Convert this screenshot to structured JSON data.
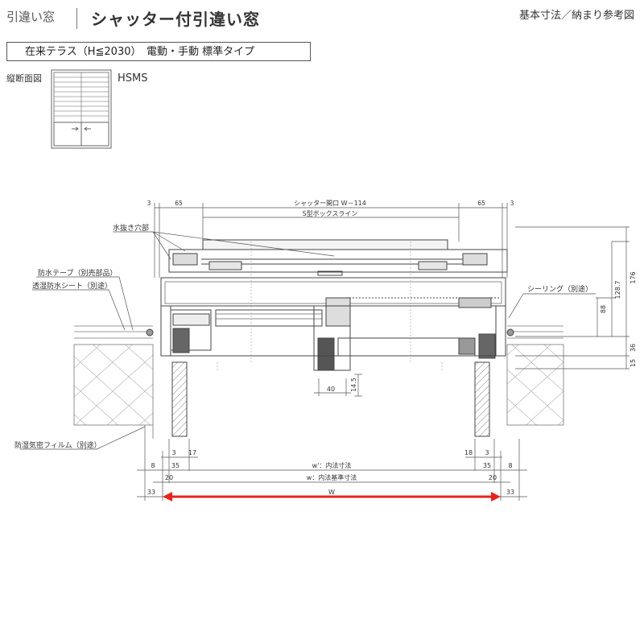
{
  "header": {
    "category": "引違い窓",
    "title": "シャッター付引違い窓",
    "reference": "基本寸法／納まり参考図"
  },
  "spec": "在来テラス（H≦2030）　電動・手動 標準タイプ",
  "section_label": "縦断面図",
  "model": "HSMS",
  "top_dims": {
    "left_3": "3",
    "left_65": "65",
    "opening": "シャッター開口 W－114",
    "right_65": "65",
    "right_3": "3",
    "box_line": "S型ボックスライン"
  },
  "callouts": {
    "drain": "水抜き穴部",
    "waterproof_tape": "防水テープ（別売部品）",
    "breathable_sheet": "透湿防水シート（別途）",
    "sealing": "シーリング（別途）",
    "vapor_film": "防湿気密フィルム（別途）"
  },
  "right_dims": {
    "d176": "176",
    "d128_7": "128.7",
    "d88": "88",
    "d36": "36",
    "d15": "15"
  },
  "center_dims": {
    "d40": "40",
    "d14_5": "14.5"
  },
  "bottom_dims": {
    "d3": "3",
    "d17": "17",
    "d18": "18",
    "d3r": "3",
    "d8": "8",
    "d35": "35",
    "w_inner": "w'：内法寸法",
    "d35r": "35",
    "d8r": "8",
    "d20": "20",
    "w_base": "w：内法基準寸法",
    "d20r": "20",
    "d33": "33",
    "W": "W",
    "d33r": "33"
  },
  "colors": {
    "arrow": "#e8231f",
    "line": "#444444",
    "hatch": "#888888"
  }
}
